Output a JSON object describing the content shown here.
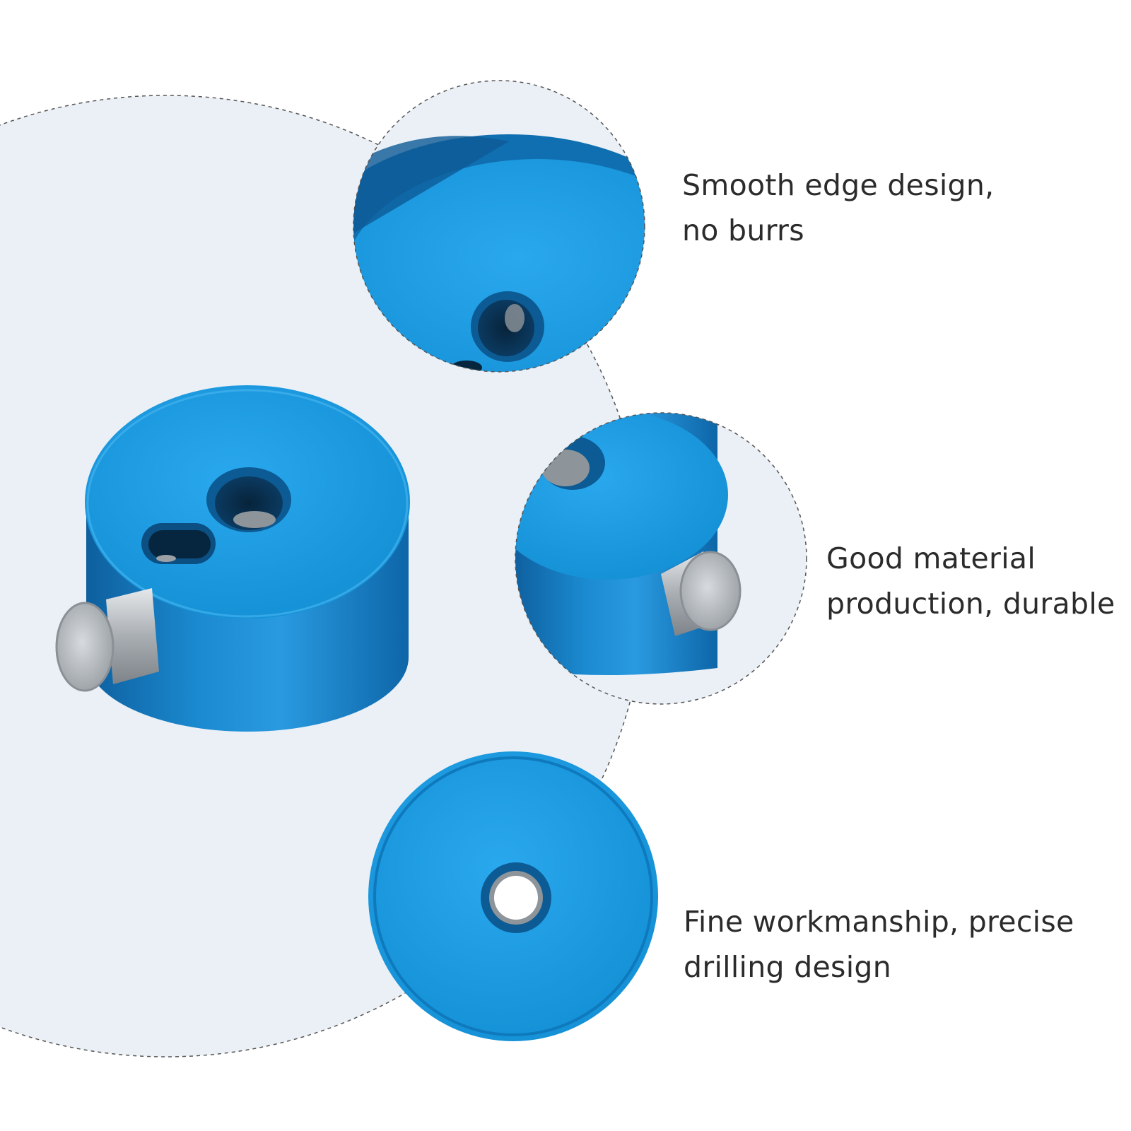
{
  "features": [
    {
      "lines": [
        "Smooth edge design,",
        "no burrs"
      ]
    },
    {
      "lines": [
        "Good material",
        "production, durable"
      ]
    },
    {
      "lines": [
        "Fine workmanship, precise",
        "drilling design"
      ]
    }
  ],
  "colors": {
    "background": "#ffffff",
    "backdrop_circle": "#eaf0f6",
    "anodized_blue": "#1a8fd0",
    "anodized_blue_dark": "#0f5f98",
    "steel": "#bfc3c7",
    "text": "#2b2b2b"
  }
}
